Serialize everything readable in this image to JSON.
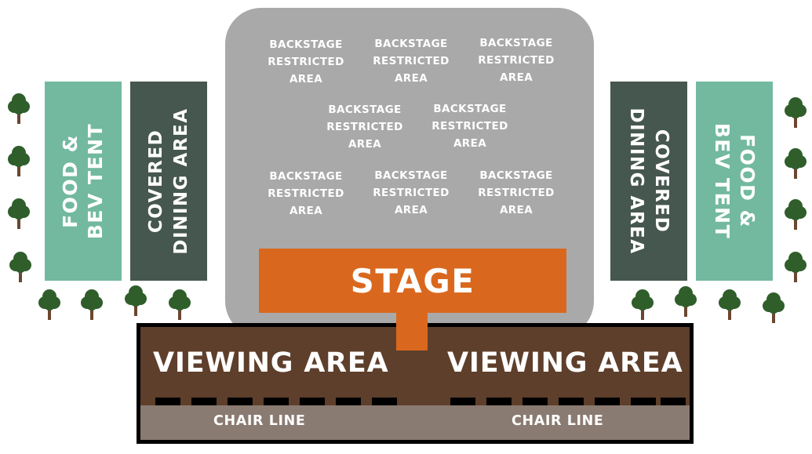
{
  "backstage": {
    "labels": [
      [
        "BACKSTAGE",
        "RESTRICTED",
        "AREA"
      ],
      [
        "BACKSTAGE",
        "RESTRICTED",
        "AREA"
      ],
      [
        "BACKSTAGE",
        "RESTRICTED",
        "AREA"
      ],
      [
        "BACKSTAGE",
        "RESTRICTED",
        "AREA"
      ],
      [
        "BACKSTAGE",
        "RESTRICTED",
        "AREA"
      ],
      [
        "BACKSTAGE",
        "RESTRICTED",
        "AREA"
      ],
      [
        "BACKSTAGE",
        "RESTRICTED",
        "AREA"
      ],
      [
        "BACKSTAGE",
        "RESTRICTED",
        "AREA"
      ]
    ]
  },
  "stage": {
    "label": "STAGE"
  },
  "viewing": {
    "left_label": "VIEWING AREA",
    "right_label": "VIEWING AREA"
  },
  "chair": {
    "left_label": "CHAIR LINE",
    "right_label": "CHAIR LINE"
  },
  "left": {
    "tent": {
      "line1": "FOOD &",
      "line2": "BEV TENT"
    },
    "dining": {
      "line1": "COVERED",
      "line2": "DINING AREA"
    }
  },
  "right": {
    "tent": {
      "line1": "FOOD &",
      "line2": "BEV TENT"
    },
    "dining": {
      "line1": "COVERED",
      "line2": "DINING AREA"
    }
  },
  "colors": {
    "backstage": "#a9a9a9",
    "stage": "#d9681e",
    "viewing": "#5e3f2b",
    "chair": "#8a7b72",
    "tent": "#72b9a0",
    "dining": "#46574f",
    "tree_foliage": "#2f5e2b",
    "tree_trunk": "#6b4630"
  },
  "icons": {
    "tree": "tree-icon"
  }
}
